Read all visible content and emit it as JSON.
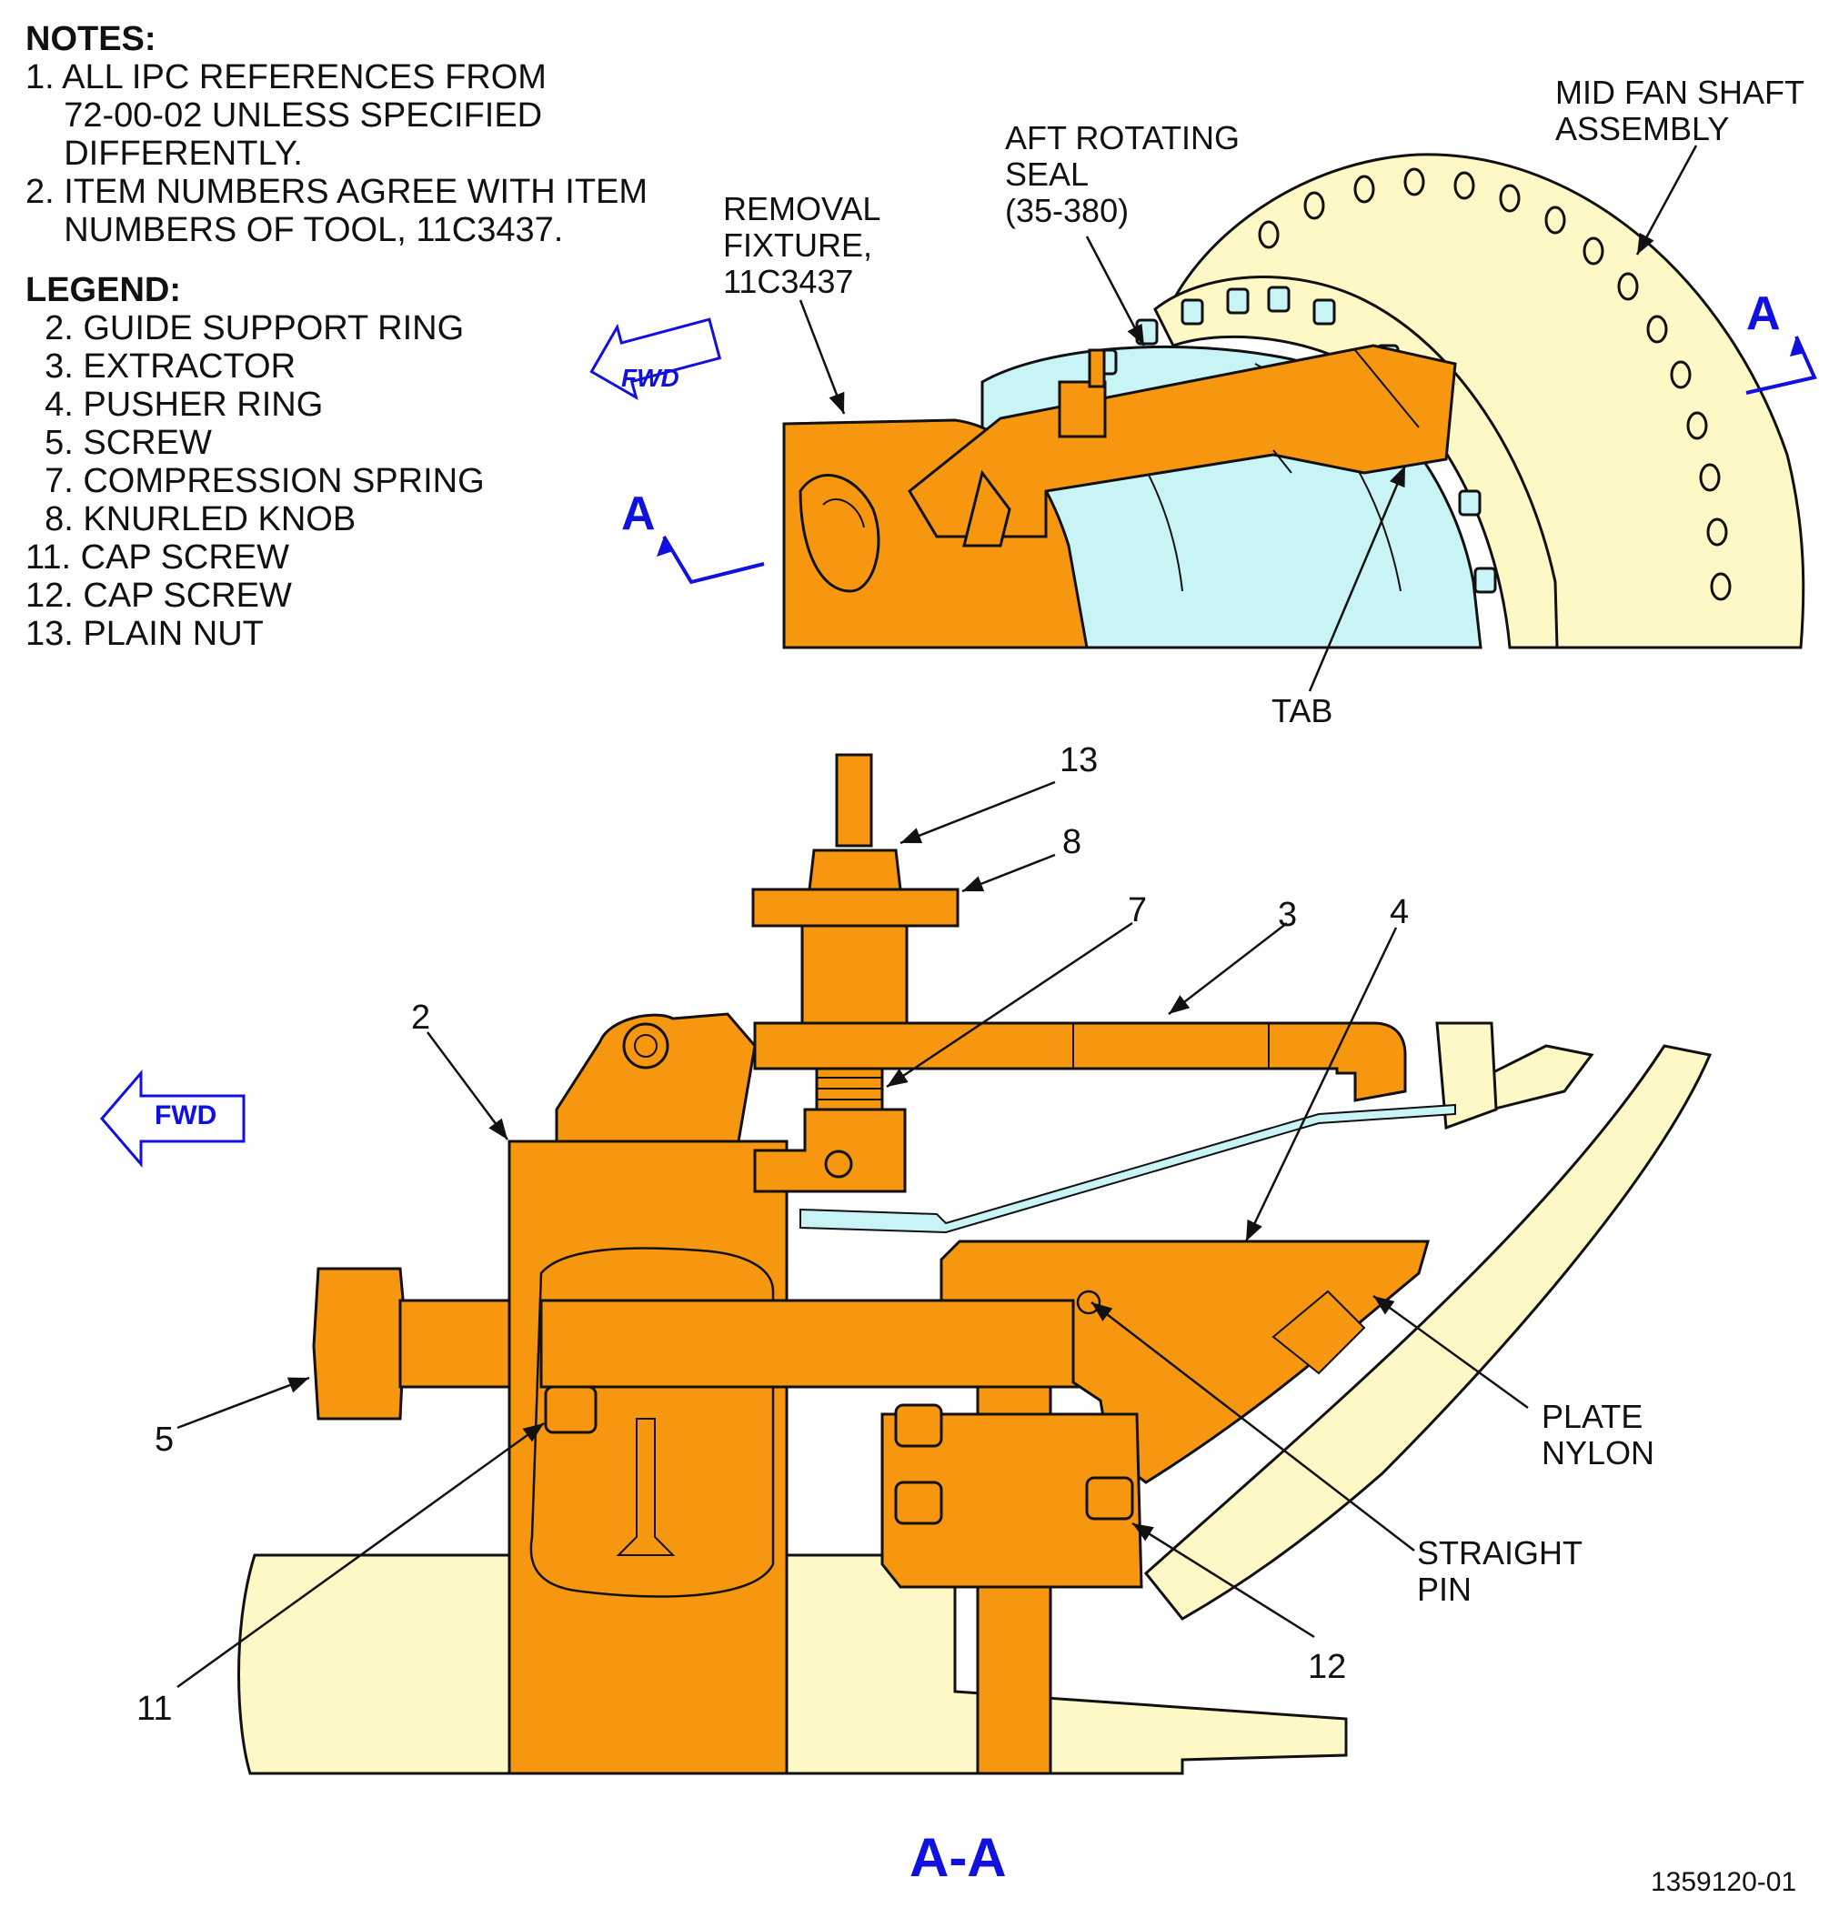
{
  "notes": {
    "heading": "NOTES:",
    "items": [
      "1. ALL IPC REFERENCES FROM",
      "    72-00-02 UNLESS SPECIFIED",
      "    DIFFERENTLY.",
      "2. ITEM NUMBERS AGREE WITH ITEM",
      "    NUMBERS OF TOOL, 11C3437."
    ]
  },
  "legend": {
    "heading": "LEGEND:",
    "items": [
      "  2. GUIDE SUPPORT RING",
      "  3. EXTRACTOR",
      "  4. PUSHER RING",
      "  5. SCREW",
      "  7. COMPRESSION SPRING",
      "  8. KNURLED KNOB",
      "11. CAP SCREW",
      "12. CAP SCREW",
      "13. PLAIN NUT"
    ]
  },
  "top_view": {
    "removal_fixture": "REMOVAL\nFIXTURE,\n11C3437",
    "aft_rotating_seal": "AFT ROTATING\nSEAL\n(35-380)",
    "mid_fan_shaft": "MID FAN SHAFT\nASSEMBLY",
    "tab": "TAB",
    "fwd": "FWD",
    "section_marker_left": "A",
    "section_marker_right": "A"
  },
  "section_view": {
    "title": "A-A",
    "fwd": "FWD",
    "item_numbers": {
      "n13": "13",
      "n8": "8",
      "n7": "7",
      "n3": "3",
      "n4": "4",
      "n2": "2",
      "n5": "5",
      "n11": "11",
      "n12": "12"
    },
    "plate_nylon": "PLATE\nNYLON",
    "straight_pin": "STRAIGHT\nPIN"
  },
  "figure_id": "1359120-01",
  "colors": {
    "tool": "#f7960f",
    "part": "#fdf8c6",
    "seal": "#c9f4f6",
    "section_marker": "#1010e0",
    "line": "#111111"
  }
}
